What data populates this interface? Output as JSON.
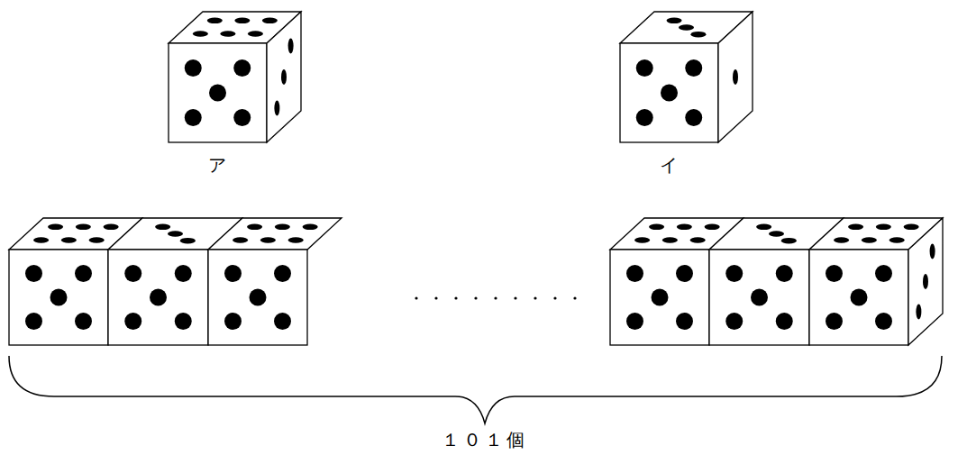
{
  "diagram": {
    "labels": [
      "ア",
      "イ",
      "１０１個"
    ]
  }
}
